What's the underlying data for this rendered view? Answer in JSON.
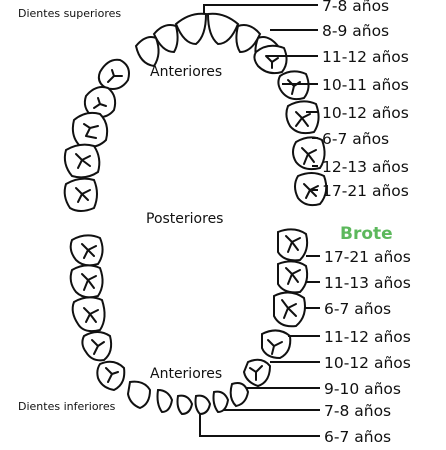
{
  "labels": {
    "upper_teeth": "Dientes superiores",
    "lower_teeth": "Dientes inferiores",
    "anterior_upper": "Anteriores",
    "anterior_lower": "Anteriores",
    "posterior": "Posteriores"
  },
  "upper_ages": [
    "7-8 años",
    "8-9 años",
    "11-12 años",
    "10-11 años",
    "10-12 años",
    "6-7 años",
    "12-13 años",
    "17-21 años"
  ],
  "eruption_heading": "Brote",
  "lower_ages": [
    "17-21 años",
    "11-13 años",
    "6-7 años",
    "11-12 años",
    "10-12 años",
    "9-10 años",
    "7-8 años",
    "6-7 años"
  ],
  "colors": {
    "ink": "#111111",
    "heading_green": "#5cb85c"
  }
}
